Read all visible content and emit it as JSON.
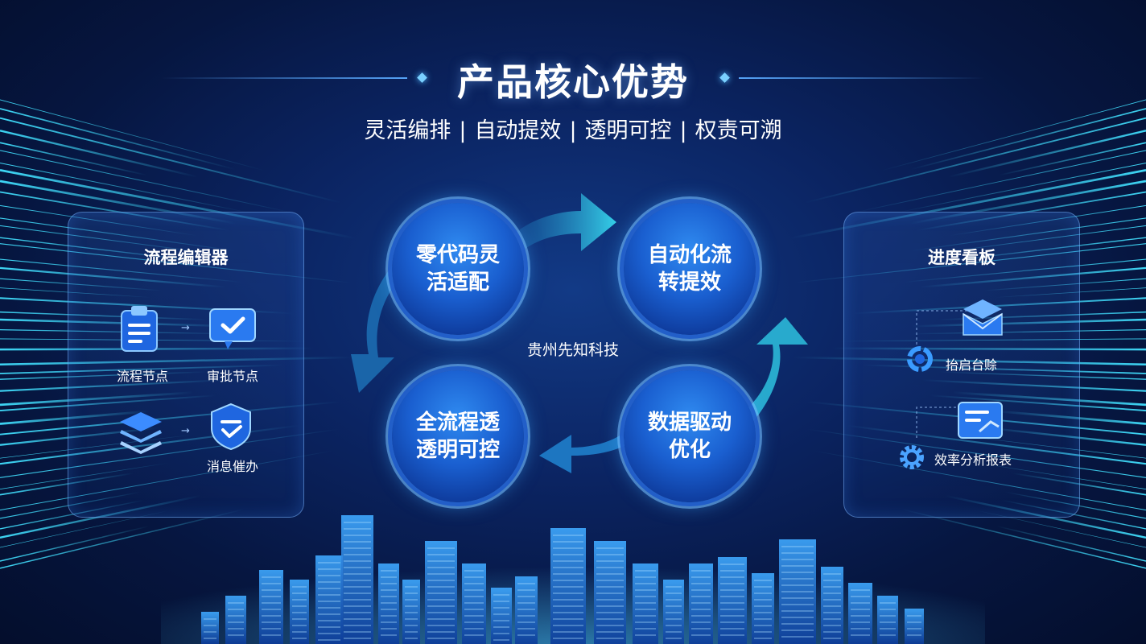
{
  "header": {
    "title": "产品核心优势",
    "tagline": [
      "灵活编排",
      "自动提效",
      "透明可控",
      "权责可溯"
    ]
  },
  "left_panel": {
    "title": "流程编辑器",
    "items": [
      {
        "label": "流程节点",
        "icon": "clipboard-icon"
      },
      {
        "label": "审批节点",
        "icon": "approval-check-icon"
      },
      {
        "label": "",
        "icon": "layers-icon"
      },
      {
        "label": "消息催办",
        "icon": "shield-check-icon"
      }
    ]
  },
  "cycle": {
    "center_label": "贵州先知科技",
    "nodes": [
      {
        "label": "零代码灵活适配"
      },
      {
        "label": "自动化流转提效"
      },
      {
        "label": "数据驱动优化"
      },
      {
        "label": "全流程透透明可控"
      }
    ]
  },
  "right_panel": {
    "title": "进度看板",
    "items": [
      {
        "label": "抬启台赊",
        "icon": "stacked-inbox-icon",
        "side_icon": "cycle-icon"
      },
      {
        "label": "效率分析报表",
        "icon": "report-icon",
        "side_icon": "gear-icon"
      }
    ]
  },
  "colors": {
    "background": "#0b2462",
    "accent": "#35c7e8",
    "node": "#1a5fd0",
    "glow": "#4fb8ff"
  }
}
